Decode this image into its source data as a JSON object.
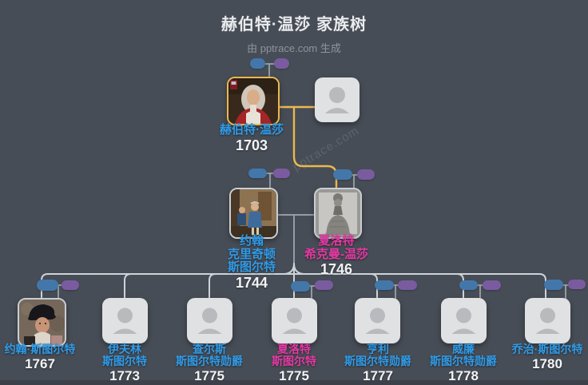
{
  "header": {
    "title": "赫伯特·温莎 家族树",
    "subtitle": "由 pptrace.com 生成"
  },
  "watermark": "pptrace.com",
  "people": {
    "root": {
      "name": "赫伯特·温莎",
      "year": "1703"
    },
    "father": {
      "line1": "约翰",
      "line2": "克里奇顿",
      "line3": "斯图尔特",
      "year": "1744"
    },
    "mother": {
      "line1": "夏洛特",
      "line2": "希克曼-温莎",
      "year": "1746"
    },
    "children": [
      {
        "line1": "约翰·斯图尔特",
        "year": "1767"
      },
      {
        "line1": "伊夫林",
        "line2": "斯图尔特",
        "year": "1773"
      },
      {
        "line1": "查尔斯",
        "line2": "斯图尔特勋爵",
        "year": "1775"
      },
      {
        "line1": "夏洛特",
        "line2": "斯图尔特",
        "year": "1775"
      },
      {
        "line1": "亨利",
        "line2": "斯图尔特勋爵",
        "year": "1777"
      },
      {
        "line1": "威廉",
        "line2": "斯图尔特勋爵",
        "year": "1778"
      },
      {
        "line1": "乔治·斯图尔特",
        "year": "1780"
      }
    ]
  },
  "colors": {
    "background": "#474d56",
    "male_name": "#309be8",
    "female_name": "#e539a4",
    "year_text": "#f2f3f5",
    "bloodline_gold": "#ecb84f",
    "line_gray": "#959ca4",
    "rail_light": "#ced3d8",
    "pill_blue": "#4377aa",
    "pill_purple": "#7a5ba0",
    "placeholder_card": "#e0e1e3",
    "placeholder_icon": "#b8babd"
  }
}
